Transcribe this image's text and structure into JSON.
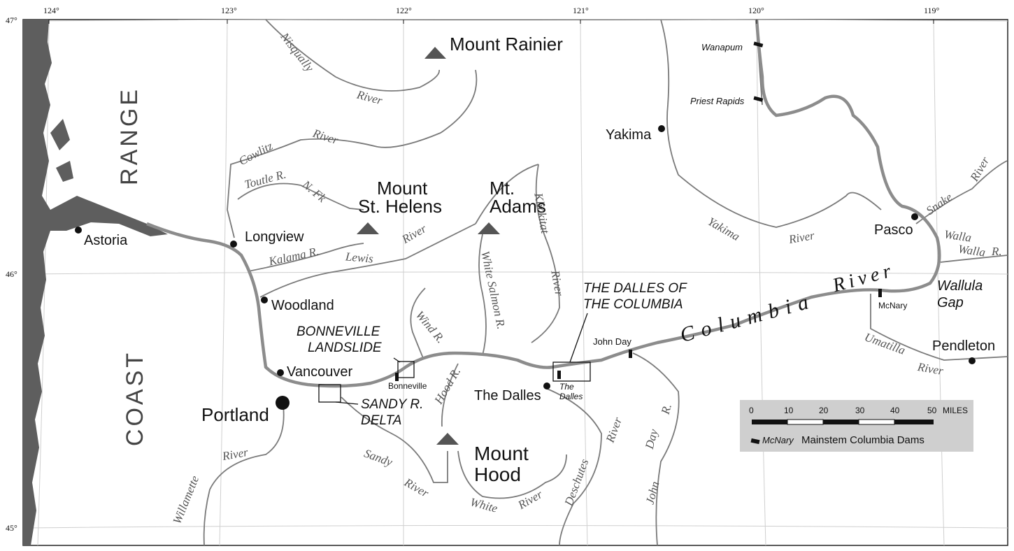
{
  "lon_ticks": [
    "124°",
    "123°",
    "122°",
    "121°",
    "120°",
    "119°"
  ],
  "lat_ticks": [
    "47°",
    "46°",
    "45°"
  ],
  "ranges": {
    "coast": "COAST",
    "range": "RANGE"
  },
  "mountains": {
    "rainier": "Mount Rainier",
    "helens_1": "Mount",
    "helens_2": "St. Helens",
    "adams_1": "Mt.",
    "adams_2": "Adams",
    "hood_1": "Mount",
    "hood_2": "Hood"
  },
  "cities": {
    "astoria": "Astoria",
    "longview": "Longview",
    "woodland": "Woodland",
    "vancouver": "Vancouver",
    "portland": "Portland",
    "yakima": "Yakima",
    "pasco": "Pasco",
    "pendleton": "Pendleton",
    "the_dalles": "The Dalles"
  },
  "rivers": {
    "nisqually": "Nisqually",
    "river_nisq": "River",
    "cowlitz": "Cowlitz",
    "river_cowlitz": "River",
    "toutle": "Toutle R.",
    "nfk": "N. Fk",
    "kalama": "Kalama R.",
    "lewis": "Lewis",
    "river_lewis": "River",
    "wind": "Wind R.",
    "white_salmon": "White Salmon R.",
    "klickitat": "Klickitat",
    "river_klick": "River",
    "hood_r": "Hood R.",
    "sandy": "Sandy",
    "river_sandy": "River",
    "willamette": "Willamette",
    "river_will": "River",
    "white": "White",
    "river_white": "River",
    "deschutes": "Deschutes",
    "river_desch": "River",
    "john": "John",
    "day": "Day",
    "r_jd": "R.",
    "yakima": "Yakima",
    "river_yak": "River",
    "snake": "Snake",
    "river_snake": "River",
    "walla1": "Walla",
    "walla2": "Walla",
    "r_walla": "R.",
    "umatilla": "Umatilla",
    "river_umat": "River",
    "columbia": "Columbia",
    "river_col": "River"
  },
  "features": {
    "wallula_1": "Wallula",
    "wallula_2": "Gap",
    "bonneville_1": "BONNEVILLE",
    "bonneville_2": "LANDSLIDE",
    "sandy_delta_1": "SANDY R.",
    "sandy_delta_2": "DELTA",
    "dalles_col_1": "THE DALLES OF",
    "dalles_col_2": "THE COLUMBIA"
  },
  "dams": {
    "wanapum": "Wanapum",
    "priest_rapids": "Priest Rapids",
    "john_day": "John Day",
    "mcnary": "McNary",
    "bonneville": "Bonneville",
    "the_dalles_1": "The",
    "the_dalles_2": "Dalles"
  },
  "legend": {
    "scale_ticks": [
      "0",
      "10",
      "20",
      "30",
      "40",
      "50"
    ],
    "units": "MILES",
    "dam_example": "McNary",
    "dam_label": "Mainstem Columbia Dams"
  },
  "colors": {
    "ocean": "#5e5e5e",
    "river": "#7a7a7a",
    "columbia": "#8c8c8c",
    "peak": "#555555",
    "legend_bg": "#cfcfcf"
  }
}
